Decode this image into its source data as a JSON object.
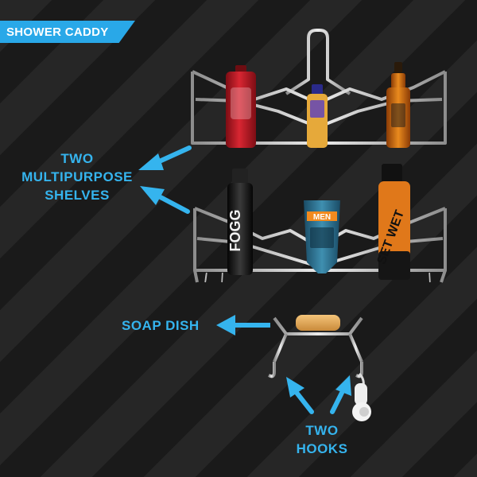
{
  "banner": {
    "label": "SHOWER CADDY"
  },
  "callouts": {
    "shelves_line1": "TWO",
    "shelves_line2": "MULTIPURPOSE",
    "shelves_line3": "SHELVES",
    "soap": "SOAP DISH",
    "hooks_line1": "TWO",
    "hooks_line2": "HOOKS"
  },
  "products": {
    "shampoo": "",
    "lotion": "",
    "bottle": "",
    "fogg": "FOGG",
    "cream_brand": "MEN",
    "setwet": "SET WET"
  },
  "colors": {
    "accent": "#35b4ee",
    "banner": "#29a8e8",
    "chrome": "#c9c9c9"
  }
}
